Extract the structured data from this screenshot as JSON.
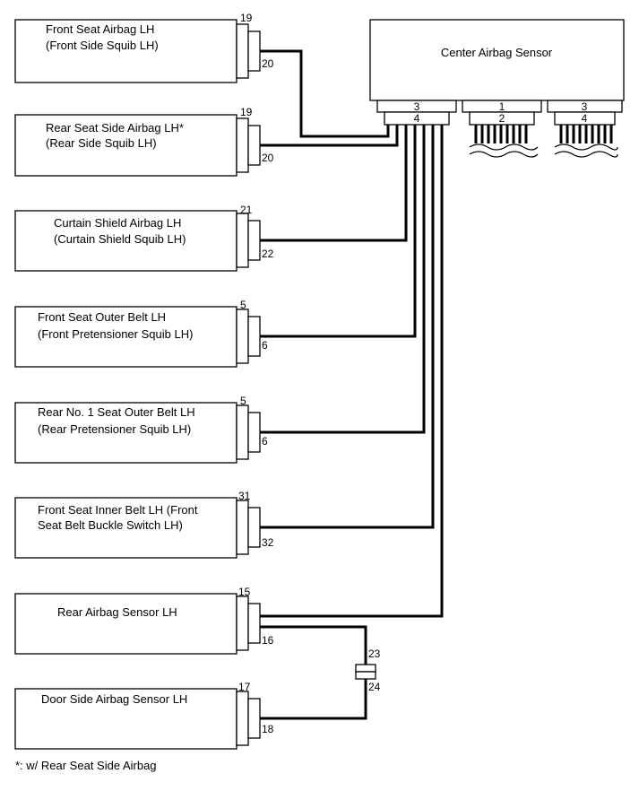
{
  "center_sensor": {
    "label": "Center Airbag Sensor",
    "connectors": [
      {
        "pin_top": "3",
        "pin_bottom": "4"
      },
      {
        "pin_top": "1",
        "pin_bottom": "2"
      },
      {
        "pin_top": "3",
        "pin_bottom": "4"
      }
    ]
  },
  "components": [
    {
      "line1": "Front Seat Airbag LH",
      "line2": "(Front Side Squib LH)",
      "pin_a": "19",
      "pin_b": "20"
    },
    {
      "line1": "Rear Seat Side Airbag LH*",
      "line2": "(Rear Side Squib LH)",
      "pin_a": "19",
      "pin_b": "20"
    },
    {
      "line1": "Curtain Shield Airbag LH",
      "line2": "(Curtain Shield Squib LH)",
      "pin_a": "21",
      "pin_b": "22"
    },
    {
      "line1": "Front Seat Outer Belt LH",
      "line2": "(Front Pretensioner Squib LH)",
      "pin_a": "5",
      "pin_b": "6"
    },
    {
      "line1": "Rear No. 1 Seat Outer Belt LH",
      "line2": "(Rear Pretensioner Squib LH)",
      "pin_a": "5",
      "pin_b": "6"
    },
    {
      "line1": "Front Seat Inner Belt LH (Front",
      "line2": "Seat Belt Buckle Switch LH)",
      "pin_a": "31",
      "pin_b": "32"
    },
    {
      "line1": "Rear Airbag Sensor LH",
      "line2": "",
      "pin_a": "15",
      "pin_b": "16"
    },
    {
      "line1": "Door Side Airbag Sensor LH",
      "line2": "",
      "pin_a": "17",
      "pin_b": "18"
    }
  ],
  "junction": {
    "pin_top": "23",
    "pin_bottom": "24"
  },
  "footnote": "*: w/ Rear Seat Side Airbag"
}
